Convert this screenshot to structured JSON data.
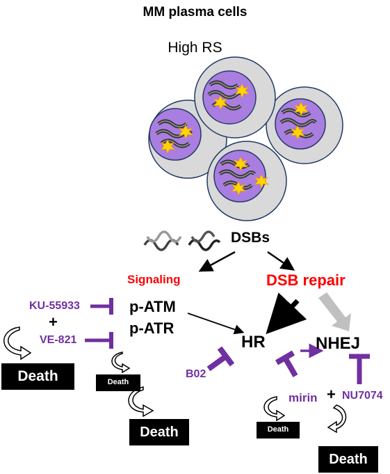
{
  "title": "MM plasma cells",
  "cells_label": "High RS",
  "dsbs_label": "DSBs",
  "signaling_label": "Signaling",
  "dsb_repair_label": "DSB repair",
  "patm_label": "p-ATM",
  "patr_label": "p-ATR",
  "hr_label": "HR",
  "nhej_label": "NHEJ",
  "inhibitors": {
    "ku": "KU-55933",
    "ve": "VE-821",
    "b02": "B02",
    "mirin": "mirin",
    "nu": "NU7074"
  },
  "plus_sign": "+",
  "death_label": "Death",
  "colors": {
    "inhibitor": "#7030a0",
    "highlight": "#ff0000",
    "cell_fill": "#d9d9d9",
    "nucleus_fill": "#a97ee0",
    "damage": "#ffd700",
    "nhej_arrow": "#c0c0c0"
  }
}
